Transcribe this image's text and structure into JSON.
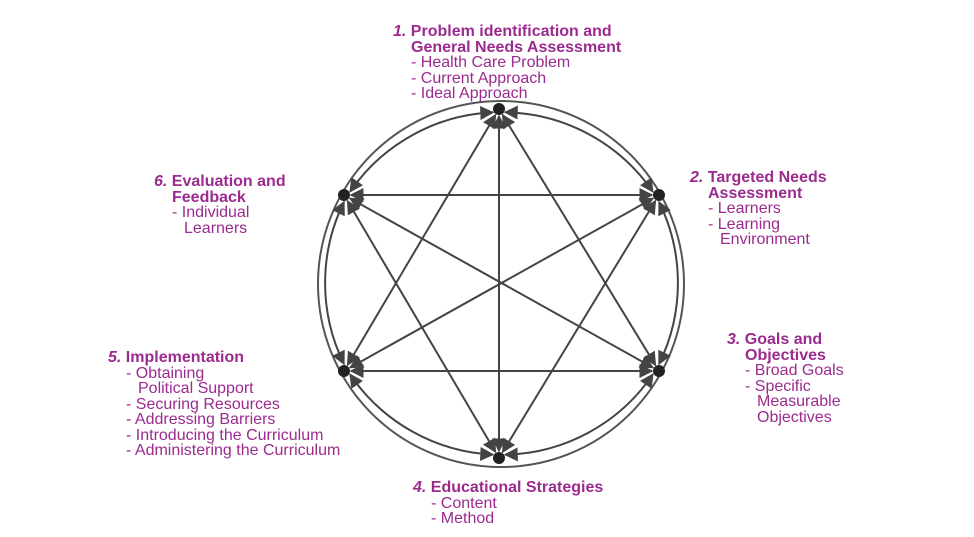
{
  "steps": [
    {
      "num": "1.",
      "title": [
        "Problem identification and",
        "General Needs Assessment"
      ],
      "items": [
        [
          "- Health Care Problem"
        ],
        [
          "- Current Approach"
        ],
        [
          "- Ideal Approach"
        ]
      ]
    },
    {
      "num": "2.",
      "title": [
        "Targeted Needs",
        "Assessment"
      ],
      "items": [
        [
          "- Learners"
        ],
        [
          "- Learning",
          "Environment"
        ]
      ]
    },
    {
      "num": "3.",
      "title": [
        "Goals and",
        "Objectives"
      ],
      "items": [
        [
          "- Broad Goals"
        ],
        [
          "- Specific",
          "Measurable",
          "Objectives"
        ]
      ]
    },
    {
      "num": "4.",
      "title": [
        "Educational Strategies"
      ],
      "items": [
        [
          "- Content"
        ],
        [
          "- Method"
        ]
      ]
    },
    {
      "num": "5.",
      "title": [
        "Implementation"
      ],
      "items": [
        [
          "- Obtaining",
          "Political Support"
        ],
        [
          "- Securing Resources"
        ],
        [
          "- Addressing Barriers"
        ],
        [
          "- Introducing the Curriculum"
        ],
        [
          "- Administering the Curriculum"
        ]
      ]
    },
    {
      "num": "6.",
      "title": [
        "Evaluation and",
        "Feedback"
      ],
      "items": [
        [
          "- Individual",
          "Learners"
        ]
      ]
    }
  ],
  "colors": {
    "accent": "#9b2b8e",
    "line": "#444444",
    "node": "#222222"
  }
}
